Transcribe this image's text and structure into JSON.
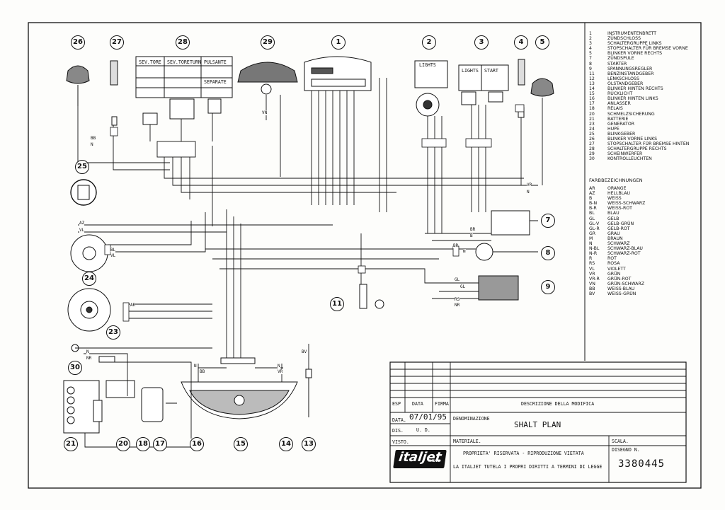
{
  "components": [
    {
      "num": "1",
      "name": "INSTRUMENTENBRETT"
    },
    {
      "num": "2",
      "name": "ZÜNDSCHLOSS"
    },
    {
      "num": "3",
      "name": "SCHALTERGRUPPE LINKS"
    },
    {
      "num": "4",
      "name": "STOPSCHALTER FÜR BREMSE VORNE"
    },
    {
      "num": "5",
      "name": "BLINKER VORNE RECHTS"
    },
    {
      "num": "7",
      "name": "ZÜNDSPULE"
    },
    {
      "num": "8",
      "name": "STARTER"
    },
    {
      "num": "9",
      "name": "SPANNUNGSREGLER"
    },
    {
      "num": "11",
      "name": "BENZINSTANDGEBER"
    },
    {
      "num": "12",
      "name": "LENKSCHLOSS"
    },
    {
      "num": "13",
      "name": "ÖLSTANDGEBER"
    },
    {
      "num": "14",
      "name": "BLINKER HINTEN RECHTS"
    },
    {
      "num": "15",
      "name": "RÜCKLICHT"
    },
    {
      "num": "16",
      "name": "BLINKER HINTEN LINKS"
    },
    {
      "num": "17",
      "name": "ANLASSER"
    },
    {
      "num": "18",
      "name": "RELAIS"
    },
    {
      "num": "20",
      "name": "SCHMELZSICHERUNG"
    },
    {
      "num": "21",
      "name": "BATTERIE"
    },
    {
      "num": "23",
      "name": "GENERATOR"
    },
    {
      "num": "24",
      "name": "HUPE"
    },
    {
      "num": "25",
      "name": "BLINKGEBER"
    },
    {
      "num": "26",
      "name": "BLINKER VORNE LINKS"
    },
    {
      "num": "27",
      "name": "STOPSCHALTER FÜR BREMSE HINTEN"
    },
    {
      "num": "28",
      "name": "SCHALTERGRUPPE RECHTS"
    },
    {
      "num": "29",
      "name": "SCHEINWERFER"
    },
    {
      "num": "30",
      "name": "KONTROLLEUCHTEN"
    }
  ],
  "color_heading": "FARBBEZEICHNUNGEN",
  "colors": [
    {
      "code": "AR",
      "name": "ORANGE"
    },
    {
      "code": "AZ",
      "name": "HELLBLAU"
    },
    {
      "code": "B",
      "name": "WEISS"
    },
    {
      "code": "B-N",
      "name": "WEISS-SCHWARZ"
    },
    {
      "code": "B-R",
      "name": "WEISS-ROT"
    },
    {
      "code": "BL",
      "name": "BLAU"
    },
    {
      "code": "GL",
      "name": "GELB"
    },
    {
      "code": "GL-V",
      "name": "GELB-GRÜN"
    },
    {
      "code": "GL-R",
      "name": "GELB-ROT"
    },
    {
      "code": "GR",
      "name": "GRAU"
    },
    {
      "code": "M",
      "name": "BRAUN"
    },
    {
      "code": "N",
      "name": "SCHWARZ"
    },
    {
      "code": "N-BL",
      "name": "SCHWARZ-BLAU"
    },
    {
      "code": "N-R",
      "name": "SCHWARZ-ROT"
    },
    {
      "code": "R",
      "name": "ROT"
    },
    {
      "code": "RS",
      "name": "ROSA"
    },
    {
      "code": "VL",
      "name": "VIOLETT"
    },
    {
      "code": "VR",
      "name": "GRÜN"
    },
    {
      "code": "VR-R",
      "name": "GRÜN-ROT"
    },
    {
      "code": "VN",
      "name": "GRÜN-SCHWARZ"
    },
    {
      "code": "BB",
      "name": "WEISS-BLAU"
    },
    {
      "code": "BV",
      "name": "WEISS-GRÜN"
    }
  ],
  "callouts": [
    "26",
    "27",
    "28",
    "29",
    "1",
    "2",
    "3",
    "4",
    "5",
    "25",
    "7",
    "8",
    "9",
    "24",
    "23",
    "11",
    "30",
    "21",
    "20",
    "18",
    "17",
    "16",
    "15",
    "14",
    "13"
  ],
  "wire_labels": [
    "BB",
    "N",
    "AZ",
    "VL",
    "BL",
    "VL",
    "BR",
    "B",
    "N",
    "VR",
    "N",
    "BR",
    "GL",
    "RS",
    "NR",
    "GL",
    "VN",
    "BV",
    "N",
    "BB",
    "N",
    "VR",
    "N",
    "NR",
    "AR"
  ],
  "panel_labels": {
    "lights": "LIGHTS",
    "turn": "TURN",
    "start": "START",
    "switch_hdr": [
      "SEV.TORE",
      "SEV.TORE",
      "PULSANTE"
    ],
    "switch_tag": "SEPARATE"
  },
  "title_block": {
    "col_esp": "ESP",
    "col_data": "DATA",
    "col_firma": "FIRMA",
    "col_desc": "DESCRIZIONE DELLA MODIFICA",
    "data_label": "DATA.",
    "date": "07/01/95",
    "dis_label": "DIS.",
    "dis_value": "U. D.",
    "visto_label": "VISTO.",
    "denominazione_label": "DENOMINAZIONE",
    "title": "SHALT PLAN",
    "materiale_label": "MATERIALE.",
    "scala_label": "SCALA.",
    "proprieta": "PROPRIETA' RISERVATA - RIPRODUZIONE VIETATA",
    "tutela": "LA ITALJET TUTELA I PROPRI DIRITTI A TERMINI DI LEGGE",
    "disegno_label": "DISEGNO N.",
    "drawing_number": "3380445",
    "logo": "italjet",
    "logo_sub": "moto"
  }
}
